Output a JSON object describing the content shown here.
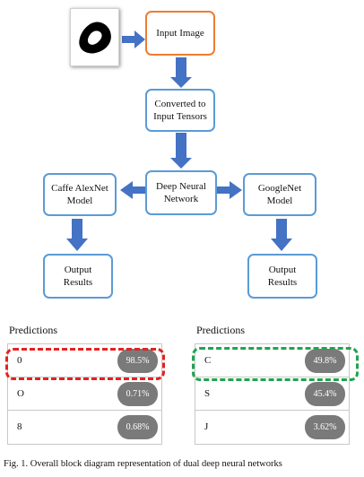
{
  "diagram": {
    "input_image_label": "Input Image",
    "tensors_label": "Converted to\nInput Tensors",
    "dnn_label": "Deep Neural\nNetwork",
    "alexnet_label": "Caffe AlexNet\nModel",
    "googlenet_label": "GoogleNet\nModel",
    "output_left_label": "Output\nResults",
    "output_right_label": "Output\nResults"
  },
  "colors": {
    "box_border": "#5b9bd5",
    "input_box_border": "#ed7d31",
    "arrow": "#4472c4",
    "highlight_red": "#e32222",
    "highlight_green": "#21a350",
    "pill": "#7a7a7a"
  },
  "predictions_left": {
    "title": "Predictions",
    "rows": [
      {
        "label": "0",
        "value": "98.5%"
      },
      {
        "label": "O",
        "value": "0.71%"
      },
      {
        "label": "8",
        "value": "0.68%"
      }
    ]
  },
  "predictions_right": {
    "title": "Predictions",
    "rows": [
      {
        "label": "C",
        "value": "49.8%"
      },
      {
        "label": "S",
        "value": "45.4%"
      },
      {
        "label": "J",
        "value": "3.62%"
      }
    ]
  },
  "caption": "Fig. 1.   Overall block diagram representation of dual deep neural networks"
}
